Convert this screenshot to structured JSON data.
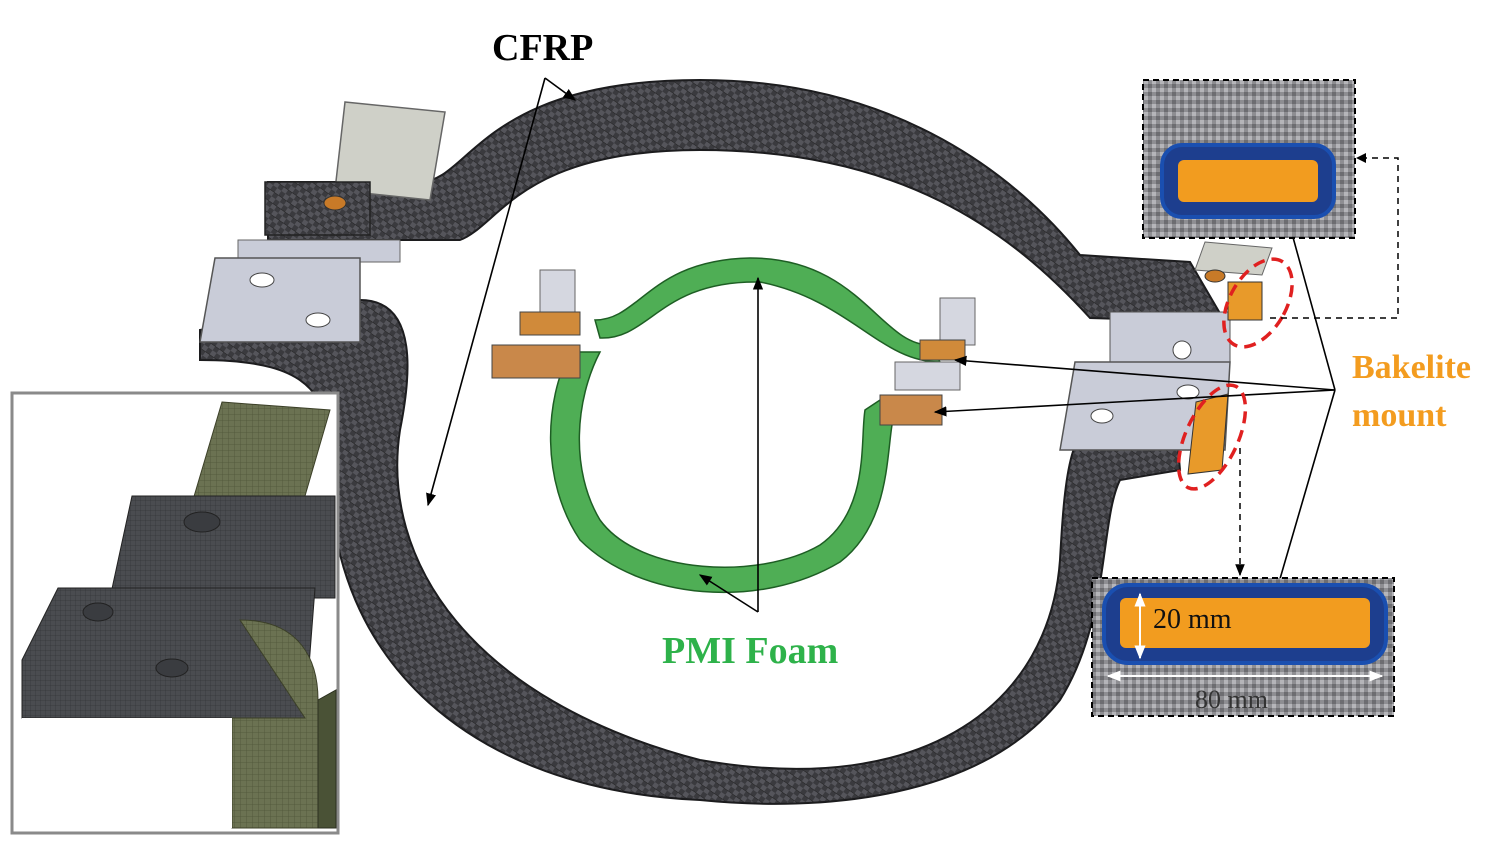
{
  "labels": {
    "cfrp": "CFRP",
    "pmi_foam": "PMI Foam",
    "bakelite_line1": "Bakelite",
    "bakelite_line2": "mount"
  },
  "dimensions": {
    "height": "20 mm",
    "width": "80 mm"
  },
  "colors": {
    "cfrp_label": "#000000",
    "pmi_label": "#2eb24a",
    "bakelite_label": "#f39c1f",
    "bakelite_fill": "#f29c1f",
    "foam_fill": "#4fae55",
    "cfrp_dark": "#2f2f33",
    "steel": "#c9ccd8",
    "mesh": "#6f7556",
    "highlight_circle": "#e02020",
    "inset_border": "#8a8a8a",
    "cross_section_border": "#1a4fb0"
  }
}
